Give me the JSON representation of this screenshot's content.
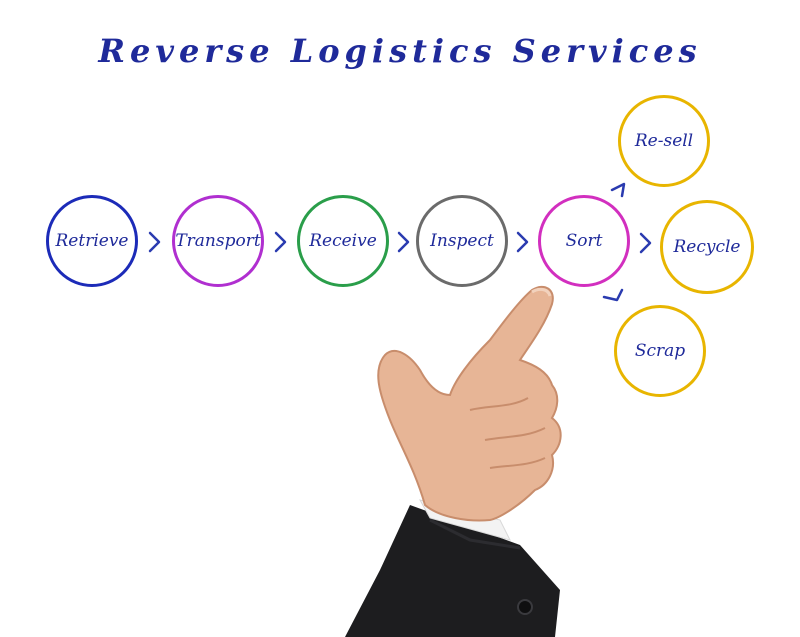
{
  "title": "Reverse Logistics Services",
  "flow": [
    {
      "label": "Retrieve",
      "color": "#1c2bb8"
    },
    {
      "label": "Transport",
      "color": "#b02fd0"
    },
    {
      "label": "Receive",
      "color": "#2a9e4a"
    },
    {
      "label": "Inspect",
      "color": "#6b6b6b"
    },
    {
      "label": "Sort",
      "color": "#d22fbf"
    }
  ],
  "outcomes": [
    {
      "label": "Re-sell",
      "color": "#e8b500"
    },
    {
      "label": "Recycle",
      "color": "#e8b500"
    },
    {
      "label": "Scrap",
      "color": "#e8b500"
    }
  ],
  "arrow_color": "#2a3bb0"
}
